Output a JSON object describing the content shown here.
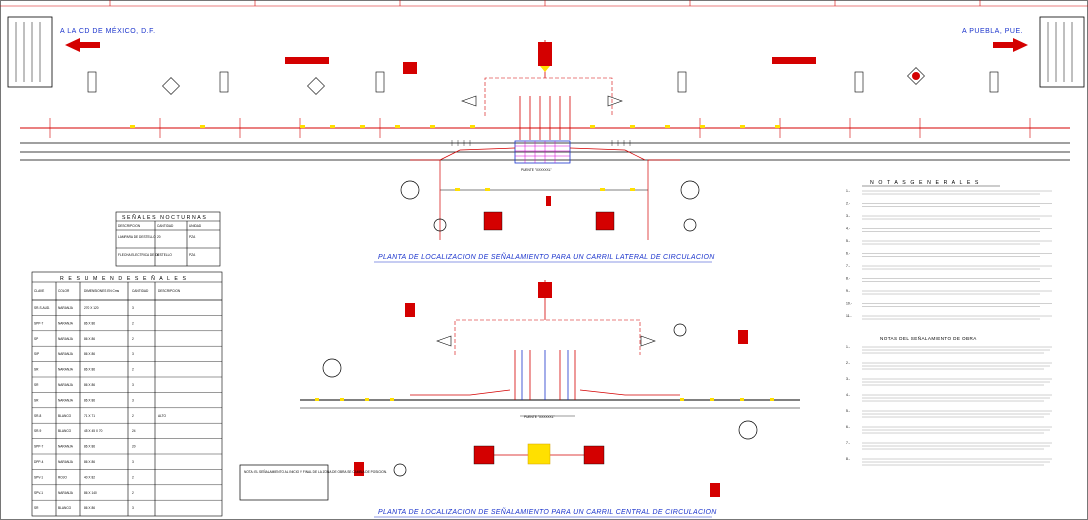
{
  "directions": {
    "left": "A LA CD DE MÉXICO, D.F.",
    "right": "A PUEBLA, PUE."
  },
  "plan_titles": {
    "lateral": "PLANTA  DE LOCALIZACION DE SEÑALAMIENTO PARA UN CARRIL LATERAL DE CIRCULACION",
    "central": "PLANTA  DE LOCALIZACION DE SEÑALAMIENTO PARA UN CARRIL CENTRAL DE CIRCULACION"
  },
  "bridge_labels": {
    "top": "PUENTE \"XXXXXXL\"",
    "bottom": "PUENTE \"XXXXXXL\""
  },
  "signal_nocturnas": {
    "title": "SEÑALES  NOCTURNAS",
    "headers": [
      "DESCRIPCION",
      "CANTIDAD",
      "UNIDAD"
    ],
    "rows": [
      [
        "LAMPARA DE DESTELLO",
        "20",
        "PZA"
      ],
      [
        "FLECHA ELECTRICA DE DESTELLO",
        "6",
        "PZA"
      ]
    ]
  },
  "resumen": {
    "title": "R E S U M E N   D E   S E Ñ A L E S",
    "headers": [
      "CLAVE",
      "COLOR",
      "DIMENSIONES EN Cms",
      "CANTIDAD",
      "DESCRIPCION"
    ],
    "rows": [
      [
        "SR-S.AUD.",
        "NARANJA",
        "270 X 120",
        "3",
        ""
      ],
      [
        "SPP-7",
        "NARANJA",
        "86 X 86",
        "2",
        ""
      ],
      [
        "SP",
        "NARANJA",
        "86 X 86",
        "2",
        ""
      ],
      [
        "SIP",
        "NARANJA",
        "86 X 86",
        "3",
        ""
      ],
      [
        "SR",
        "NARANJA",
        "86 X 86",
        "2",
        ""
      ],
      [
        "SR",
        "NARANJA",
        "86 X 86",
        "3",
        ""
      ],
      [
        "SR",
        "NARANJA",
        "86 X 86",
        "3",
        ""
      ],
      [
        "SR-8",
        "BLANCO",
        "71 X 71",
        "2",
        "ALTO"
      ],
      [
        "SR-9",
        "BLANCO",
        "45 X 45 X 70",
        "24",
        ""
      ],
      [
        "SPP-7",
        "NARANJA",
        "86 X 86",
        "20",
        ""
      ],
      [
        "DPP-4",
        "NARANJA",
        "86 X 86",
        "3",
        ""
      ],
      [
        "SPV-1",
        "ROJO",
        "40 X 82",
        "2",
        ""
      ],
      [
        "SPV-1",
        "NARANJA",
        "86 X 140",
        "2",
        ""
      ],
      [
        "SR",
        "BLANCO",
        "86 X 86",
        "3",
        ""
      ]
    ]
  },
  "notas_generales": {
    "title": "N O T A S   G E N E R A L E S",
    "items": [
      "1.-",
      "2.-",
      "3.-",
      "4.-",
      "5.-",
      "6.-",
      "7.-",
      "8.-",
      "9.-",
      "10.-",
      "11.-"
    ]
  },
  "notas_obra": {
    "title": "NOTAS DEL SEÑALAMIENTO DE OBRA",
    "items": [
      "1.-",
      "2.-",
      "3.-",
      "4.-",
      "5.-",
      "6.-",
      "7.-",
      "8.-"
    ]
  },
  "box_note": "NOTA: EL SEÑALAMIENTO AL INICIO Y FINAL DE LA ZONA DE OBRA SE CAMBIA DE POSICION.",
  "colors": {
    "line": "#d40000",
    "accent_blue": "#1a33cc",
    "yellow": "#ffe000",
    "magenta": "#d400d4",
    "gray": "#777777"
  }
}
